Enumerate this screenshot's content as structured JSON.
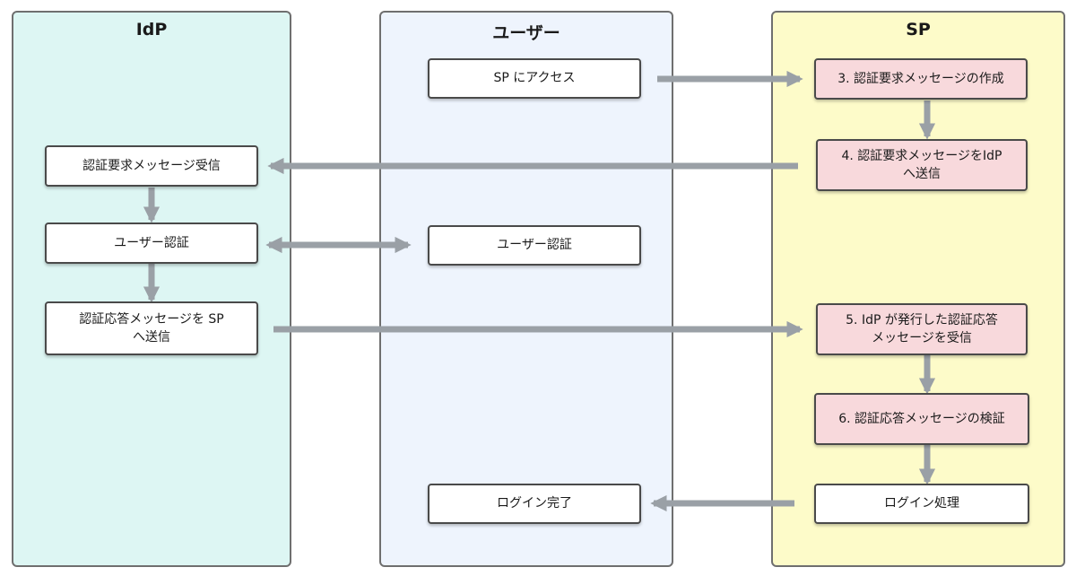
{
  "lanes": {
    "idp": {
      "title": "IdP",
      "color": "#ddf6f3"
    },
    "user": {
      "title": "ユーザー",
      "color": "#eef4fd"
    },
    "sp": {
      "title": "SP",
      "color": "#fdfbc9"
    }
  },
  "steps": {
    "user_access_sp": "SP にアクセス",
    "sp_create_request": "3. 認証要求メッセージの作成",
    "idp_receive_request": "認証要求メッセージ受信",
    "sp_send_request": "4. 認証要求メッセージをIdP\nへ送信",
    "idp_user_auth": "ユーザー認証",
    "user_user_auth": "ユーザー認証",
    "idp_send_response": "認証応答メッセージを SP\nへ送信",
    "sp_receive_response": "5. IdP が発行した認証応答\nメッセージを受信",
    "sp_verify_response": "6. 認証応答メッセージの検証",
    "user_login_complete": "ログイン完了",
    "sp_login_process": "ログイン処理"
  },
  "colors": {
    "arrow": "#9aa0a6",
    "highlight_step": "#f8d9dc"
  }
}
